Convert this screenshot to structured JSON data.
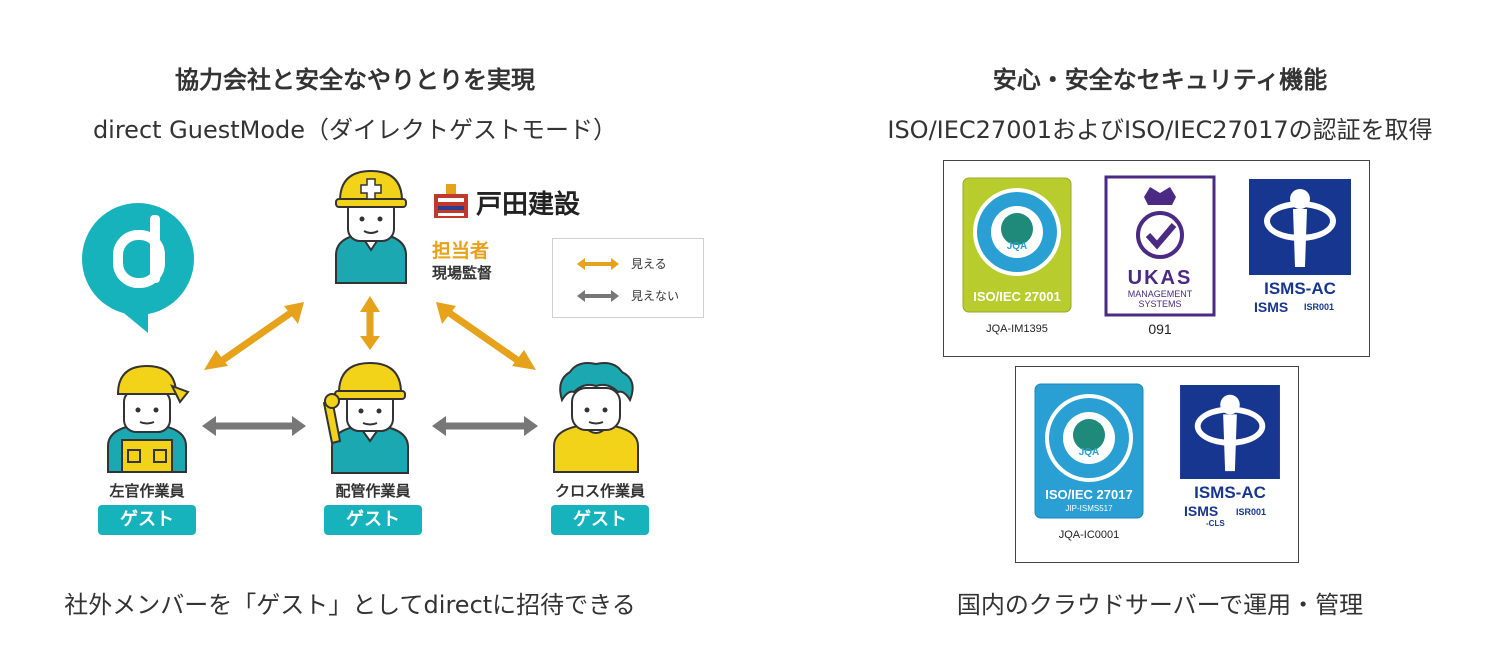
{
  "left": {
    "heading": "協力会社と安全なやりとりを実現",
    "subheading": "direct GuestMode（ダイレクトゲストモード）",
    "company": "戸田建設",
    "supervisor_role": "担当者",
    "supervisor_title": "現場監督",
    "legend": {
      "visible": "見える",
      "invisible": "見えない"
    },
    "workers": [
      {
        "role": "左官作業員",
        "tag": "ゲスト"
      },
      {
        "role": "配管作業員",
        "tag": "ゲスト"
      },
      {
        "role": "クロス作業員",
        "tag": "ゲスト"
      }
    ],
    "caption": "社外メンバーを「ゲスト」としてdirectに招待できる"
  },
  "right": {
    "heading": "安心・安全なセキュリティ機能",
    "subheading": "ISO/IEC27001およびISO/IEC27017の認証を取得",
    "caption": "国内のクラウドサーバーで運用・管理",
    "certs_top": {
      "jqa_label": "ISO/IEC 27001",
      "jqa_code": "JQA-IM1395",
      "ukas_name": "UKAS",
      "ukas_sub1": "MANAGEMENT",
      "ukas_sub2": "SYSTEMS",
      "ukas_num": "091",
      "isms_label": "ISMS-AC",
      "isms_sub": "ISMS",
      "isms_code": "ISR001"
    },
    "certs_bottom": {
      "jqa_label": "ISO/IEC 27017",
      "jqa_sub": "JIP-ISMS517",
      "jqa_code": "JQA-IC0001",
      "isms_label": "ISMS-AC",
      "isms_sub": "ISMS",
      "isms_sub2": "-CLS",
      "isms_code": "ISR001"
    }
  },
  "colors": {
    "teal": "#17b3bd",
    "orange": "#e5a21a",
    "gray_arrow": "#777777",
    "helmet_yellow": "#f3d21a",
    "shirt_teal": "#1ba8b0",
    "jqa_green": "#b9cc2d",
    "jqa_blue": "#2a9fd3",
    "ukas_purple": "#4a2a83",
    "isms_navy": "#17368f"
  }
}
